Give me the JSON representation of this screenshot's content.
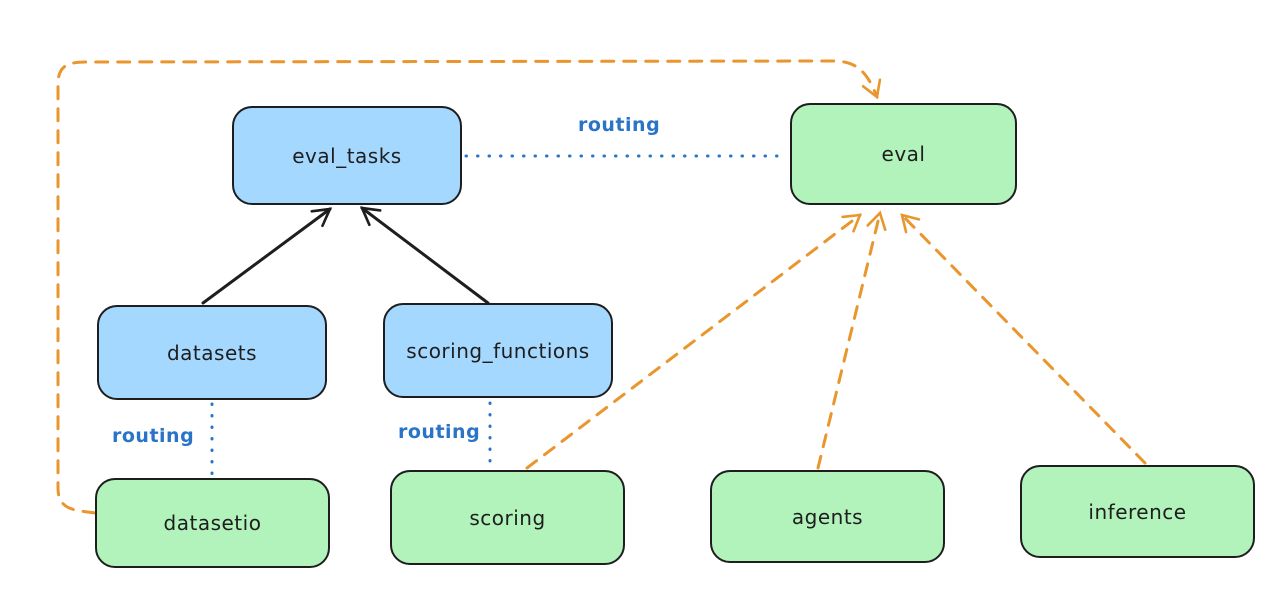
{
  "diagram": {
    "nodes": [
      {
        "id": "eval_tasks",
        "label": "eval_tasks",
        "color": "blue"
      },
      {
        "id": "eval",
        "label": "eval",
        "color": "green"
      },
      {
        "id": "datasets",
        "label": "datasets",
        "color": "blue"
      },
      {
        "id": "scoring_functions",
        "label": "scoring_functions",
        "color": "blue"
      },
      {
        "id": "datasetio",
        "label": "datasetio",
        "color": "green"
      },
      {
        "id": "scoring",
        "label": "scoring",
        "color": "green"
      },
      {
        "id": "agents",
        "label": "agents",
        "color": "green"
      },
      {
        "id": "inference",
        "label": "inference",
        "color": "green"
      }
    ],
    "edges": [
      {
        "from": "datasets",
        "to": "eval_tasks",
        "style": "solid",
        "color": "black",
        "arrow": true,
        "label": ""
      },
      {
        "from": "scoring_functions",
        "to": "eval_tasks",
        "style": "solid",
        "color": "black",
        "arrow": true,
        "label": ""
      },
      {
        "from": "eval_tasks",
        "to": "eval",
        "style": "dotted",
        "color": "blue",
        "arrow": false,
        "label": "routing"
      },
      {
        "from": "datasets",
        "to": "datasetio",
        "style": "dotted",
        "color": "blue",
        "arrow": false,
        "label": "routing"
      },
      {
        "from": "scoring_functions",
        "to": "scoring",
        "style": "dotted",
        "color": "blue",
        "arrow": false,
        "label": "routing"
      },
      {
        "from": "scoring",
        "to": "eval",
        "style": "dashed",
        "color": "orange",
        "arrow": true,
        "label": ""
      },
      {
        "from": "agents",
        "to": "eval",
        "style": "dashed",
        "color": "orange",
        "arrow": true,
        "label": ""
      },
      {
        "from": "inference",
        "to": "eval",
        "style": "dashed",
        "color": "orange",
        "arrow": true,
        "label": ""
      },
      {
        "from": "datasetio",
        "to": "eval",
        "style": "dashed",
        "color": "orange",
        "arrow": true,
        "label": ""
      }
    ],
    "edge_labels": {
      "eval_tasks_eval": "routing",
      "datasets_datasetio": "routing",
      "scoring_functions_scoring": "routing"
    },
    "colors": {
      "node_blue_fill": "#a5d8ff",
      "node_green_fill": "#b2f2bb",
      "node_border": "#1e1e1e",
      "routing_blue": "#2a74c8",
      "arrow_black": "#1e1e1e",
      "arrow_orange": "#e8962d",
      "background": "#ffffff"
    }
  }
}
